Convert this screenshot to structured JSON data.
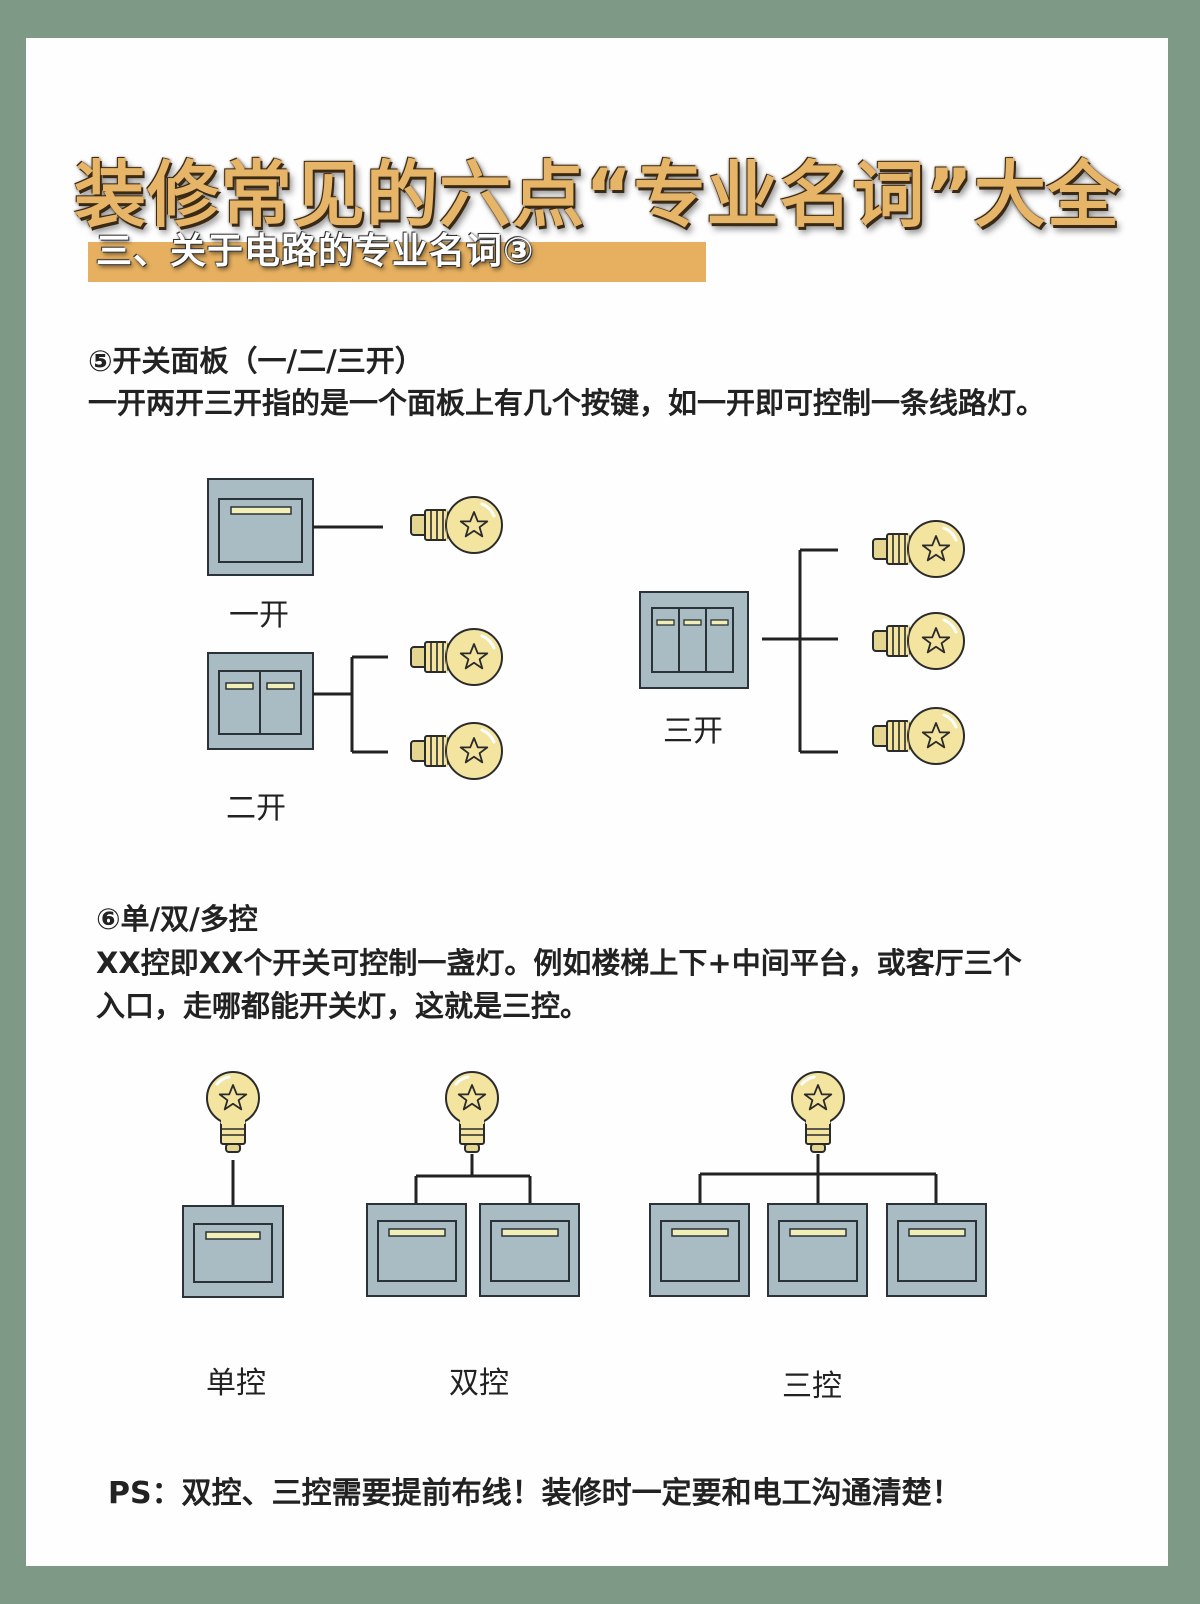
{
  "title": "装修常见的六点“专业名词”大全",
  "section_heading": "三、关于电路的专业名词③",
  "topic5": {
    "heading": "⑤开关面板（一/二/三开）",
    "description": "一开两开三开指的是一个面板上有几个按键，如一开即可控制一条线路灯。",
    "labels": {
      "one": "一开",
      "two": "二开",
      "three": "三开"
    }
  },
  "topic6": {
    "heading": "⑥单/双/多控",
    "description_line1": "XX控即XX个开关可控制一盏灯。例如楼梯上下+中间平台，或客厅三个",
    "description_line2": "入口，走哪都能开关灯，这就是三控。",
    "labels": {
      "single": "单控",
      "double": "双控",
      "triple": "三控"
    }
  },
  "ps_note": "PS：双控、三控需要提前布线！装修时一定要和电工沟通清楚！",
  "colors": {
    "background": "#7e9a86",
    "card": "#fefefe",
    "accent": "#e6b060",
    "switch_body": "#a9bcc3",
    "switch_stroke": "#2b3338",
    "switch_key": "#f2eeb8",
    "bulb": "#f3e5a0",
    "bulb_stroke": "#2b2b2b"
  },
  "icons": [
    "switch-panel-icon",
    "light-bulb-icon",
    "wire-icon"
  ]
}
